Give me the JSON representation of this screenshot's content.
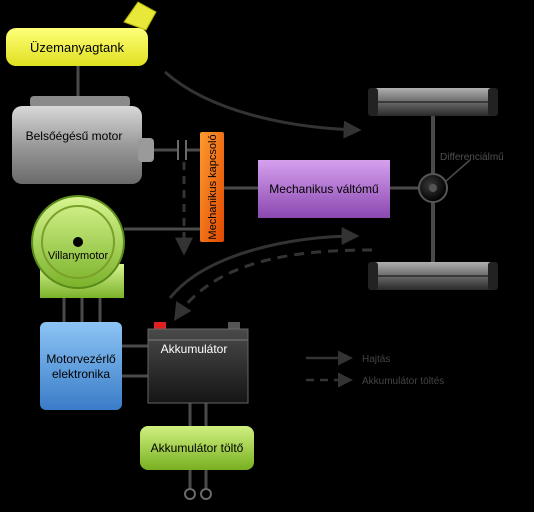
{
  "labels": {
    "fuel_tank": "Üzemanyagtank",
    "engine": "Belsőégésű motor",
    "clutch": "Mechanikus kapcsoló",
    "gearbox": "Mechanikus váltómű",
    "differential": "Differenciálmű",
    "electric_motor": "Villanymotor",
    "controller_line1": "Motorvezérlő",
    "controller_line2": "elektronika",
    "battery": "Akkumulátor",
    "charger": "Akkumulátor töltő"
  },
  "legend": {
    "drive": "Hajtás",
    "charging": "Akkumulátor töltés"
  },
  "colors": {
    "fuel_tank": "#f2f23a",
    "gearbox": "#b070d0",
    "clutch": "#ff7a10",
    "electric_motor": "#a8dc4a",
    "controller": "#5aa0e0",
    "charger": "#98d040",
    "battery": "#2a2a2a",
    "lines": "#4a4a4a"
  }
}
